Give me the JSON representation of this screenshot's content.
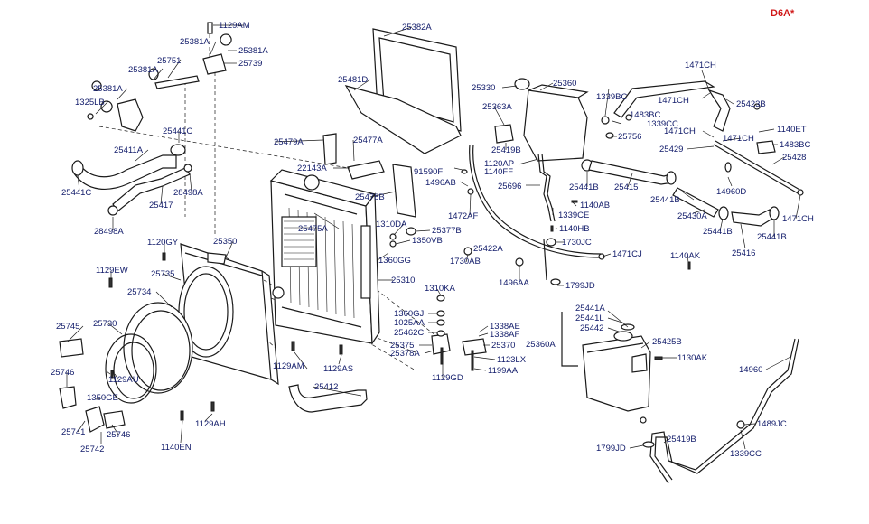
{
  "model_tag": "D6A*",
  "labels": [
    "1129AM",
    "25381A",
    "25381A",
    "25751",
    "25739",
    "25381A",
    "25381A",
    "1325LB",
    "25441C",
    "25411A",
    "25441C",
    "28498A",
    "25417",
    "28498A",
    "25479A",
    "25477A",
    "22143A",
    "25478B",
    "25475A",
    "25481D",
    "25382A",
    "25330",
    "25360",
    "25363A",
    "25419B",
    "1120AP",
    "1140FF",
    "91590F",
    "1496AB",
    "25696",
    "1472AF",
    "1140AB",
    "1339CE",
    "1140HB",
    "1730JC",
    "25422A",
    "1471CJ",
    "1730AB",
    "1496AA",
    "1799JD",
    "25441B",
    "25415",
    "1339BC",
    "1483BC",
    "1339CC",
    "25756",
    "1471CH",
    "1471CH",
    "25423B",
    "1140ET",
    "1471CH",
    "1471CH",
    "1483BC",
    "25429",
    "25428",
    "14960D",
    "25441B",
    "25430A",
    "1471CH",
    "25441B",
    "25441B",
    "25416",
    "1140AK",
    "1310DA",
    "25377B",
    "1350VB",
    "1360GG",
    "25310",
    "1310KA",
    "1360GJ",
    "1025AA",
    "25462C",
    "25375",
    "25378A",
    "1338AE",
    "1338AF",
    "25370",
    "1123LX",
    "1199AA",
    "1129GD",
    "25441A",
    "25441L",
    "25442",
    "25360A",
    "25425B",
    "1130AK",
    "14960",
    "1489JC",
    "25419B",
    "1799JD",
    "1339CC",
    "25350",
    "1120GY",
    "1129EW",
    "25735",
    "25734",
    "25745",
    "25730",
    "25746",
    "1129AU",
    "1350GE",
    "25741",
    "25746",
    "25742",
    "1140EN",
    "1129AH",
    "25412",
    "1129AM",
    "1129AS"
  ]
}
